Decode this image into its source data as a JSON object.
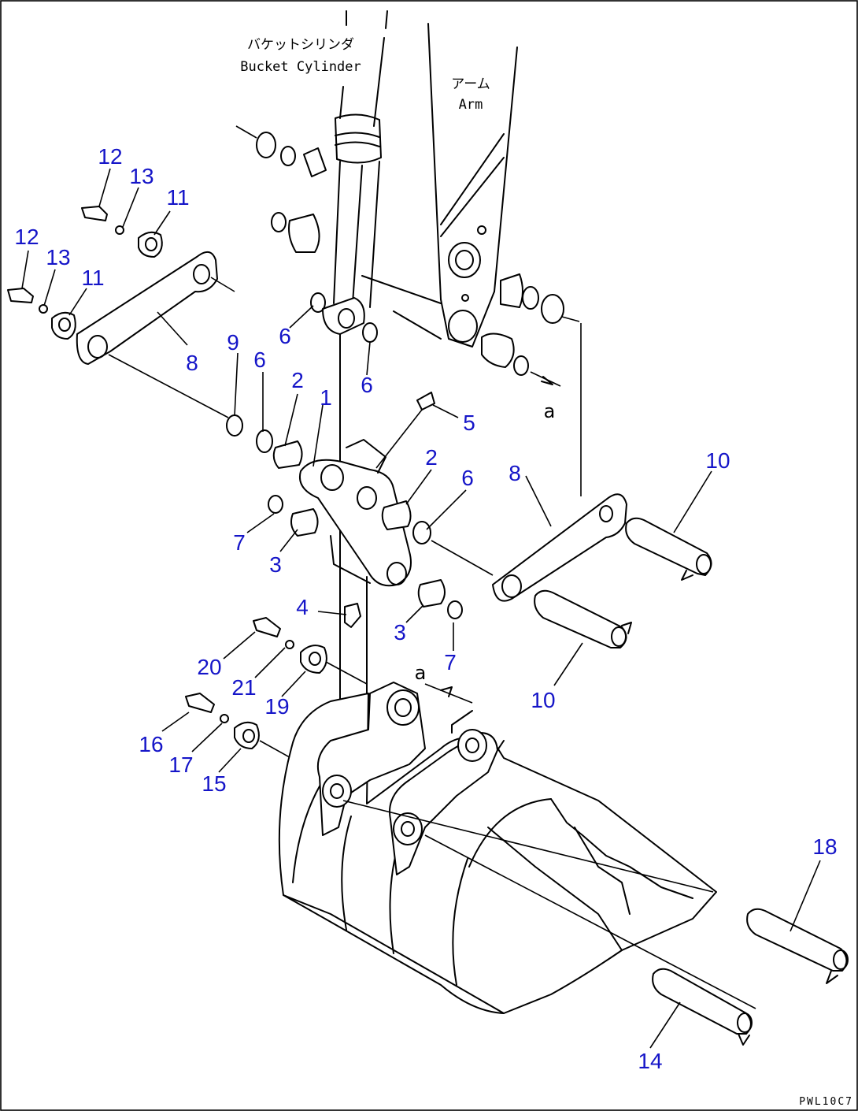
{
  "labels": {
    "cylinder_jp": "バケットシリンダ",
    "cylinder_en": "Bucket Cylinder",
    "arm_jp": "アーム",
    "arm_en": "Arm",
    "ref_letter_upper": "a",
    "ref_letter_lower": "a",
    "drawing_code": "PWL10C7"
  },
  "callouts": {
    "p1": "1",
    "p2a": "2",
    "p2b": "2",
    "p3a": "3",
    "p3b": "3",
    "p4": "4",
    "p5": "5",
    "p6a": "6",
    "p6b": "6",
    "p6c": "6",
    "p6d": "6",
    "p7a": "7",
    "p7b": "7",
    "p8a": "8",
    "p8b": "8",
    "p9": "9",
    "p10a": "10",
    "p10b": "10",
    "p11a": "11",
    "p11b": "11",
    "p12a": "12",
    "p12b": "12",
    "p13a": "13",
    "p13b": "13",
    "p14": "14",
    "p15": "15",
    "p16": "16",
    "p17": "17",
    "p18": "18",
    "p19": "19",
    "p20": "20",
    "p21": "21"
  },
  "colors": {
    "callout": "#1515c8",
    "line": "#000000",
    "background": "#ffffff"
  }
}
